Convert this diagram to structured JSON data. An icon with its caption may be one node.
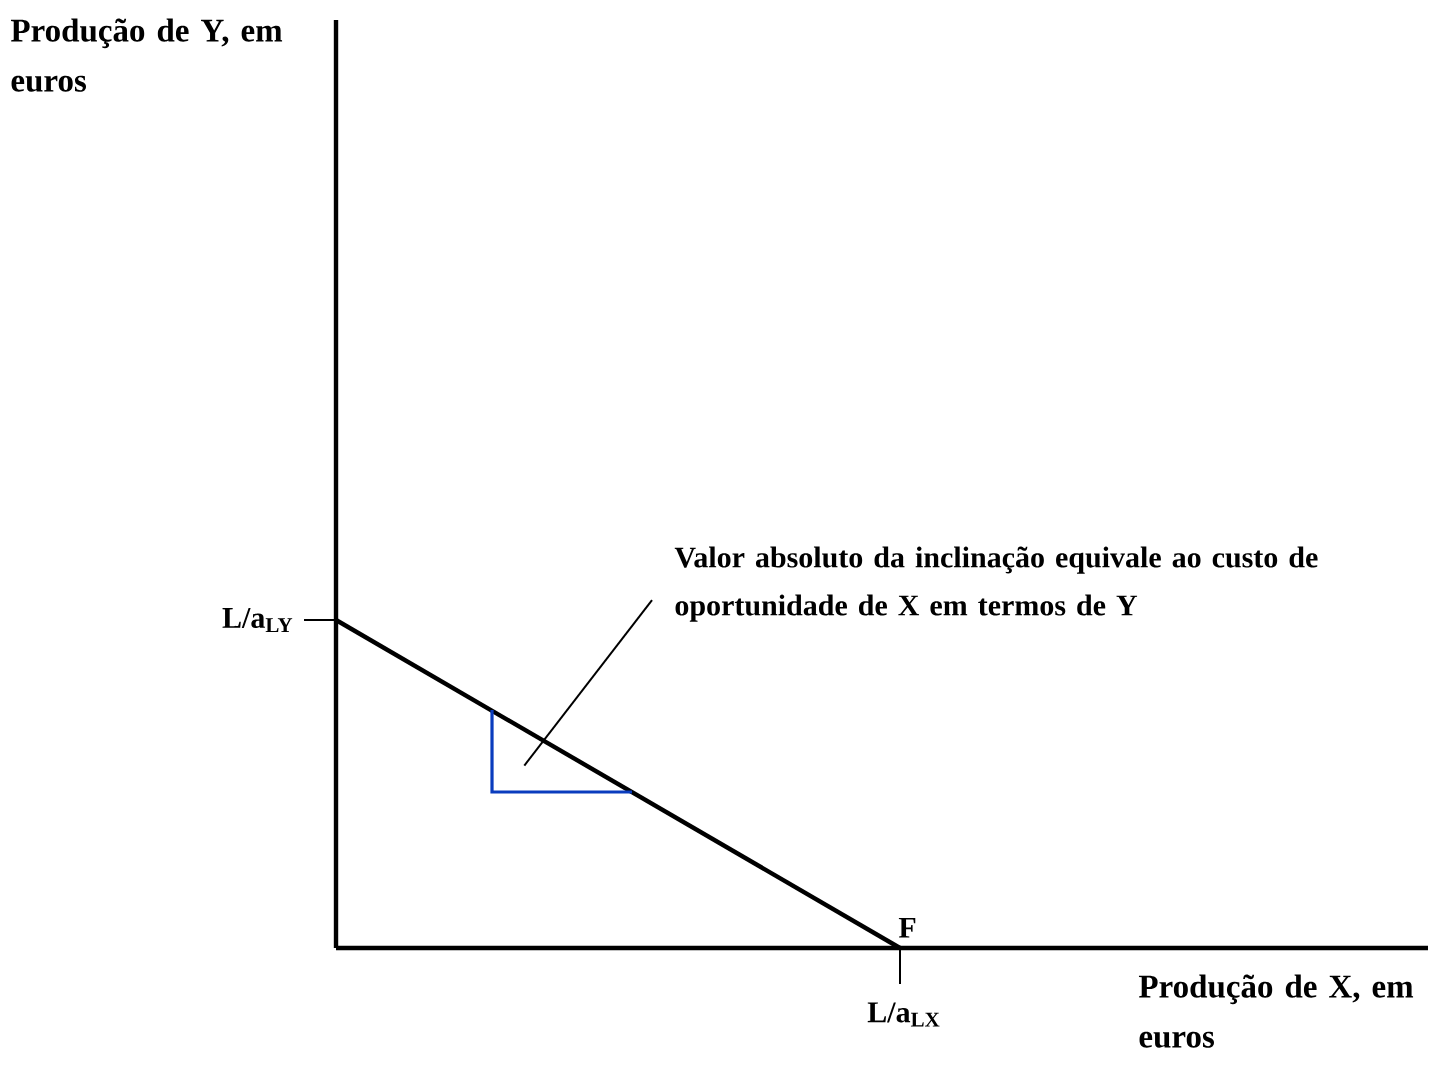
{
  "diagram": {
    "nodes": [
      {
        "text": [
          "Valor absoluto da inclinação equivale ao custo de oportunidade de X em termos de Y"
        ]
      },
      {
        "text": [],
        "shape": "triangle"
      }
    ],
    "edges": [
      {
        "from": 0,
        "to": 1,
        "arrow": "none"
      }
    ],
    "labels": [
      "Produção de Y, em euros",
      "L/a$_{LY}$",
      "F",
      "L/a$_{LX}$",
      "Produção de X, em euros"
    ]
  }
}
